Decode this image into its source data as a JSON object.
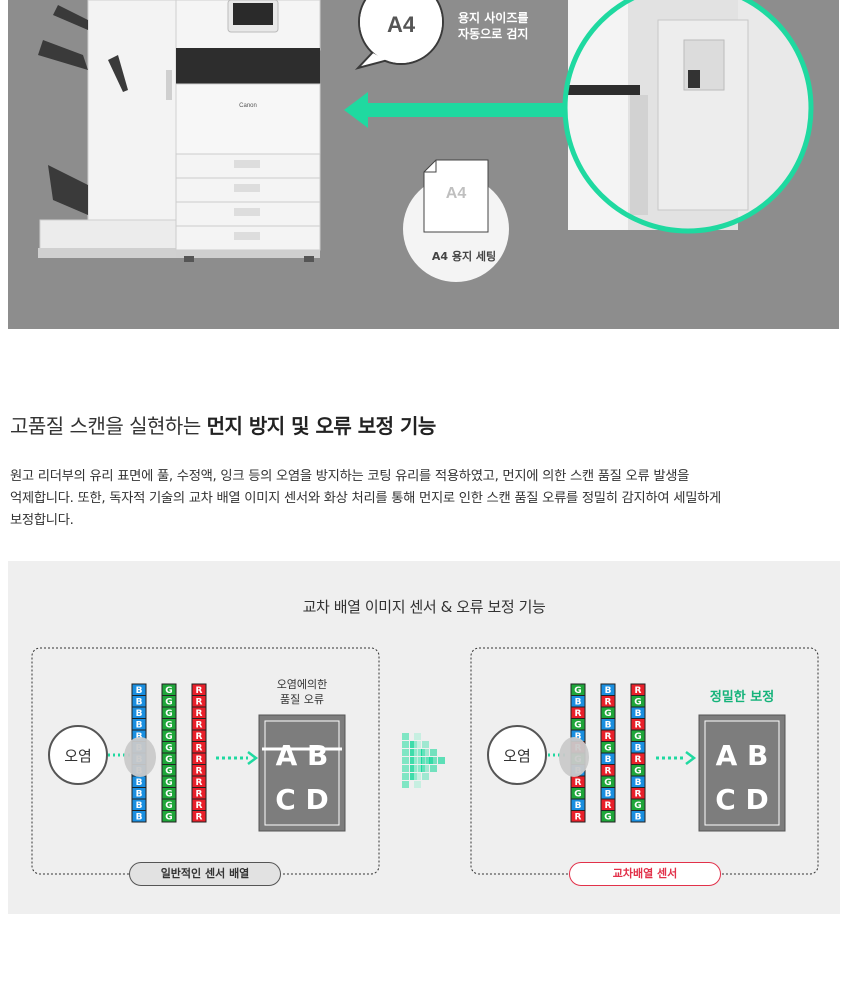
{
  "hero": {
    "bubble_badge": "A4",
    "bubble_line1": "용지 사이즈를",
    "bubble_line2": "자동으로 검지",
    "paper_badge": "A4",
    "paper_label": "A4 용지 세팅",
    "brand_mark": "Canon"
  },
  "section": {
    "title_prefix": "고품질 스캔을 실현하는 ",
    "title_bold": "먼지 방지 및 오류 보정 기능",
    "desc_line1": "원고 리더부의 유리 표면에 풀, 수정액, 잉크 등의 오염을 방지하는 코팅 유리를 적용하였고, 먼지에 의한 스캔 품질 오류 발생을",
    "desc_line2": "억제합니다. 또한, 독자적 기술의 교차 배열 이미지 센서와 화상 처리를 통해 먼지로 인한 스캔 품질 오류를 정밀히 감지하여 세밀하게",
    "desc_line3": "보정합니다."
  },
  "diagram": {
    "title": "교차 배열 이미지 센서 & 오류 보정 기능",
    "left": {
      "contamination_label": "오염",
      "error_label_line1": "오염에의한",
      "error_label_line2": "품질 오류",
      "output_letters_top": "A B",
      "output_letters_bottom": "C D",
      "pill_label": "일반적인 센서 배열",
      "sensor_columns": [
        [
          "B",
          "B",
          "B",
          "B",
          "B",
          "B",
          "B",
          "B",
          "B",
          "B",
          "B",
          "B"
        ],
        [
          "G",
          "G",
          "G",
          "G",
          "G",
          "G",
          "G",
          "G",
          "G",
          "G",
          "G",
          "G"
        ],
        [
          "R",
          "R",
          "R",
          "R",
          "R",
          "R",
          "R",
          "R",
          "R",
          "R",
          "R",
          "R"
        ]
      ]
    },
    "right": {
      "contamination_label": "오염",
      "correction_label": "정밀한 보정",
      "output_letters_top": "A B",
      "output_letters_bottom": "C D",
      "pill_label": "교차배열 센서",
      "sensor_columns": [
        [
          "G",
          "B",
          "R",
          "G",
          "B",
          "R",
          "G",
          "B",
          "R",
          "G",
          "B",
          "R"
        ],
        [
          "B",
          "R",
          "G",
          "B",
          "R",
          "G",
          "B",
          "R",
          "G",
          "B",
          "R",
          "G"
        ],
        [
          "R",
          "G",
          "B",
          "R",
          "G",
          "B",
          "R",
          "G",
          "B",
          "R",
          "G",
          "B"
        ]
      ]
    },
    "colors": {
      "accent_green": "#1fd9a0",
      "sensor_blue": "#1a8fe0",
      "sensor_green": "#1fa63a",
      "sensor_red": "#e8202a",
      "alert_red": "#e2314a"
    }
  }
}
